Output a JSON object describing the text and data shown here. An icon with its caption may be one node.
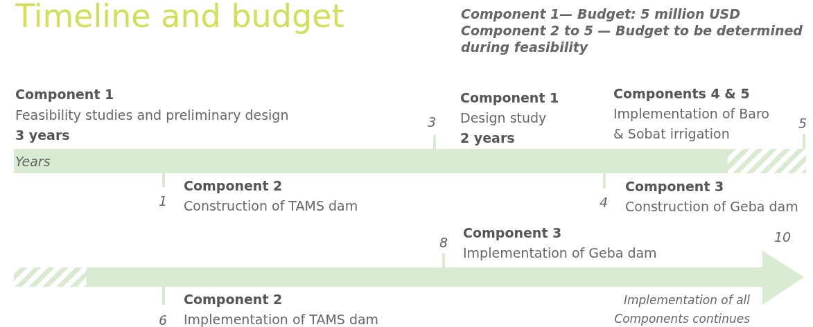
{
  "diagram": {
    "title": "Timeline and budget",
    "labels": [
      "Component 1— Budget: 5 million USD",
      "Component 2 to 5 — Budget to be determined during feasibility",
      "Component 1",
      "Feasibility studies and preliminary design",
      "3 years",
      "3",
      "Component 1",
      "Design study",
      "2 years",
      "Components 4 & 5",
      "Implementation of Baro & Sobat irrigation",
      "5",
      "Years",
      "Component 2",
      "1",
      "Construction of TAMS dam",
      "Component 3",
      "4",
      "Construction of Geba dam",
      "Component 3",
      "10",
      "8",
      "Implementation of Geba dam",
      "Component 2",
      "Implementation of all Components continues",
      "6",
      "Implementation of TAMS dam"
    ]
  }
}
